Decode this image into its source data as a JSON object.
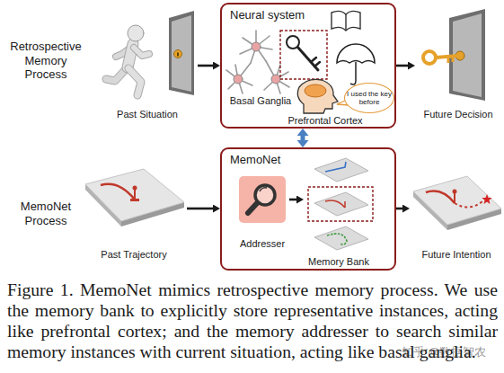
{
  "diagram": {
    "caption": "Figure 1. MemoNet mimics retrospective memory process. We use the memory bank to explicitly store representative instances, acting like prefrontal cortex; and the memory addresser to search similar memory instances with current situation, acting like basal ganglia.",
    "nodes": [
      {
        "text": [
          "Past Situation"
        ]
      },
      {
        "text": [
          "Neural system"
        ]
      },
      {
        "text": [
          "I used the key before"
        ],
        "in": 1
      },
      {
        "text": [
          "Future Decision"
        ]
      },
      {
        "text": [
          "Past Trajectory"
        ]
      },
      {
        "text": [
          "MemoNet"
        ]
      },
      {
        "text": [
          "Addresser"
        ],
        "in": 5
      },
      {
        "text": [
          "Memory Bank"
        ],
        "in": 5
      },
      {
        "text": [
          "Future Intention"
        ]
      }
    ],
    "edges": [
      {
        "from": 0,
        "to": 1,
        "arrow": "to"
      },
      {
        "from": 1,
        "to": 3,
        "arrow": "to"
      },
      {
        "from": 1,
        "to": 5,
        "arrow": "both"
      },
      {
        "from": 4,
        "to": 5,
        "arrow": "to"
      },
      {
        "from": 6,
        "to": 7,
        "arrow": "to"
      },
      {
        "from": 5,
        "to": 8,
        "arrow": "to"
      }
    ],
    "labels": [
      "Retrospective Memory Process",
      "Basal Ganglia",
      "Prefrontal Cortex",
      "MemoNet Process",
      "知乎 @数据智农"
    ]
  }
}
